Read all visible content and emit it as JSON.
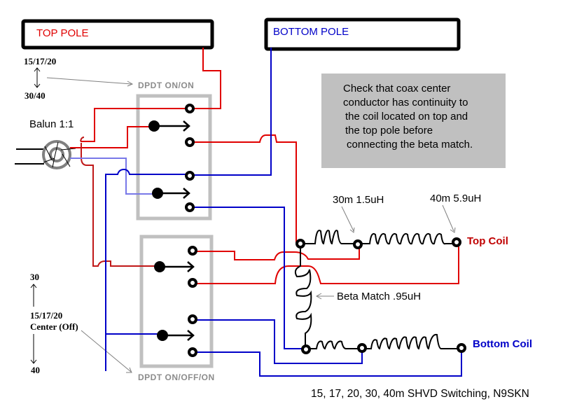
{
  "title": "15, 17, 20, 30, 40m SHVD Switching, N9SKN",
  "poles": {
    "top": "TOP POLE",
    "bottom": "BOTTOM POLE"
  },
  "note": {
    "lines": [
      "Check that coax center",
      "conductor has continuity to",
      "the coil located on top and",
      "the top pole before",
      "connecting the beta match."
    ]
  },
  "balun_label": "Balun 1:1",
  "switch_top": {
    "label": "DPDT ON/ON",
    "position_up": "15/17/20",
    "position_down": "30/40"
  },
  "switch_bottom": {
    "label": "DPDT ON/OFF/ON",
    "position_up": "30",
    "position_center_line1": "15/17/20",
    "position_center_line2": "Center (Off)",
    "position_down": "40"
  },
  "coils": {
    "top_label": "Top Coil",
    "bottom_label": "Bottom Coil",
    "tap_30m": "30m 1.5uH",
    "tap_40m": "40m 5.9uH",
    "beta_match": "Beta Match .95uH"
  },
  "colors": {
    "top_wire": "#e00000",
    "bottom_wire": "#0000c8",
    "switch_frame": "#c0c0c0",
    "note_bg": "#c0c0c0"
  }
}
